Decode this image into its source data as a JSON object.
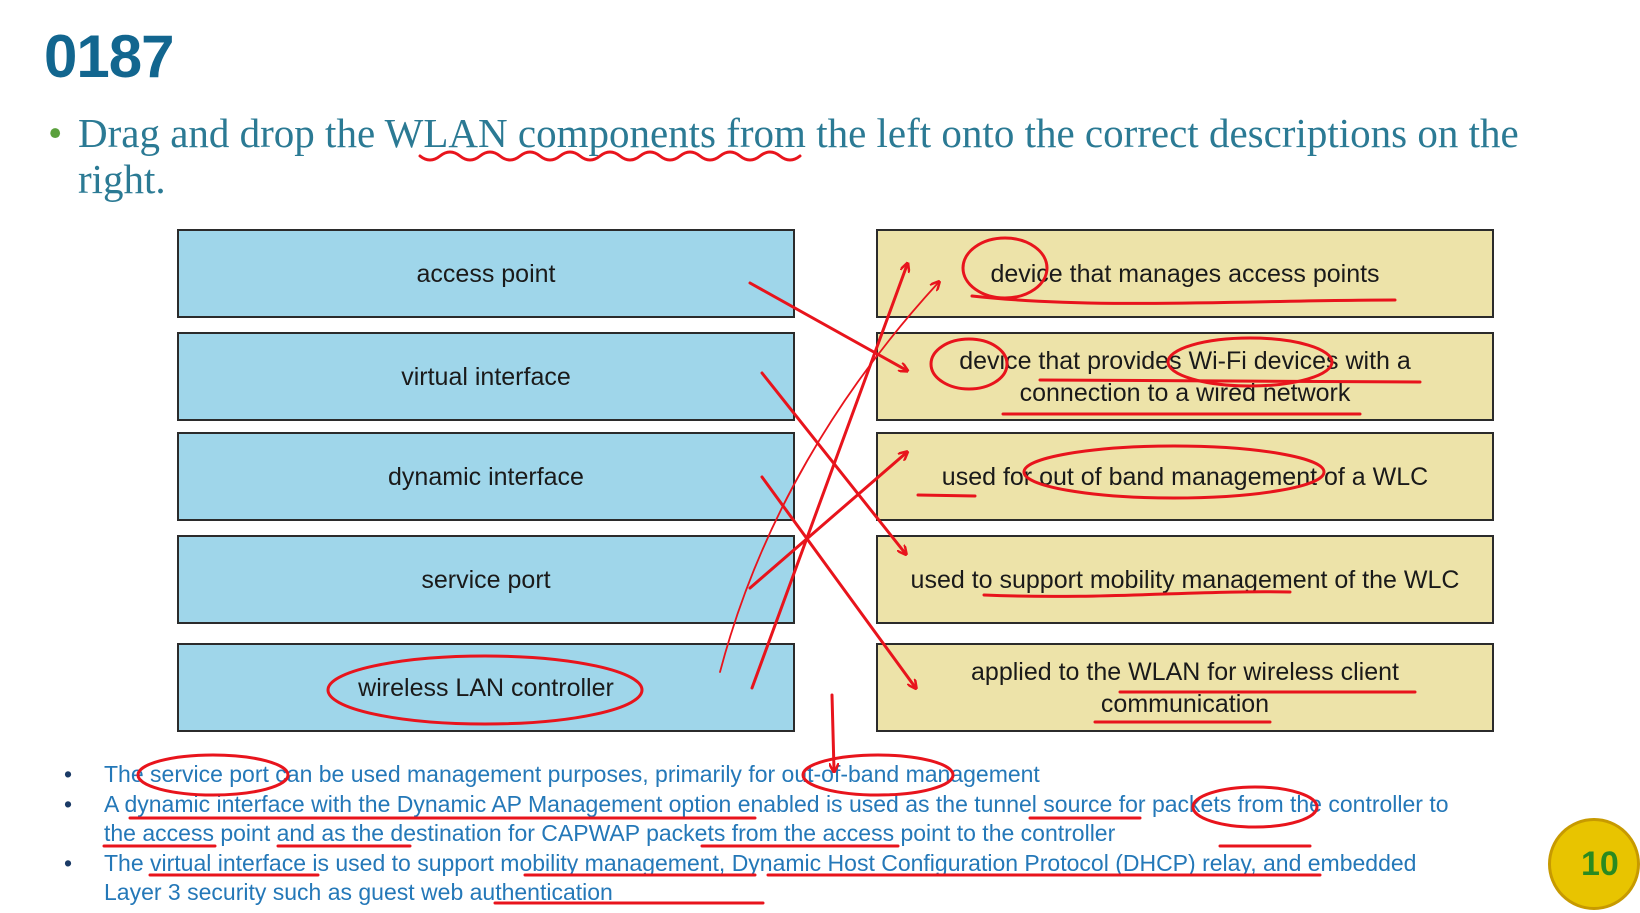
{
  "slide": {
    "title": "0187",
    "question": "Drag and drop the WLAN components from the left onto the correct descriptions on the right."
  },
  "components": [
    "access point",
    "virtual interface",
    "dynamic interface",
    "service port",
    "wireless LAN controller"
  ],
  "descriptions": [
    "device that manages access points",
    "device that provides Wi-Fi devices with a connection to a wired network",
    "used for out of band management of a WLC",
    "used to support mobility management of the WLC",
    "applied to the WLAN for wireless client communication"
  ],
  "notes": [
    "The service port can be used management purposes, primarily for out-of-band management",
    "A dynamic interface with the Dynamic AP Management option enabled is used as the tunnel source for packets from the controller to the access point and as the destination for CAPWAP packets from the access point to the controller",
    "The virtual interface is used to support mobility management, Dynamic Host Configuration Protocol (DHCP) relay, and embedded Layer 3 security such as guest web authentication"
  ],
  "page_number": "10",
  "colors": {
    "title": "#12668f",
    "question_text": "#2b7a94",
    "component_fill": "#9fd6ea",
    "description_fill": "#ede3a9",
    "notes_text": "#2478b8",
    "annotation": "#e8141c"
  }
}
